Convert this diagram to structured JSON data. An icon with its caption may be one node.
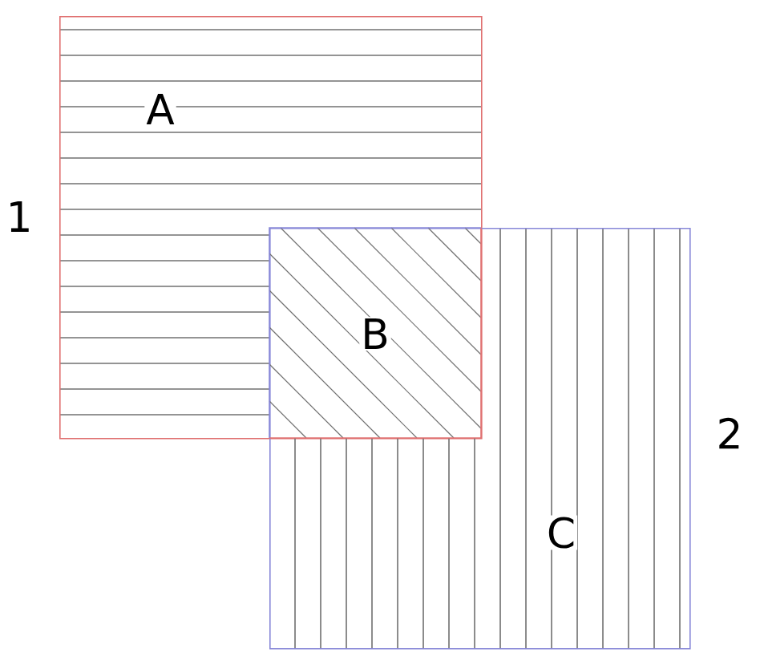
{
  "diagram": {
    "nodes": [
      {
        "text": [
          "A"
        ],
        "beside": [
          "1"
        ]
      },
      {
        "text": [
          "C"
        ],
        "beside": [
          "2"
        ]
      }
    ],
    "labels": [
      "B"
    ]
  }
}
